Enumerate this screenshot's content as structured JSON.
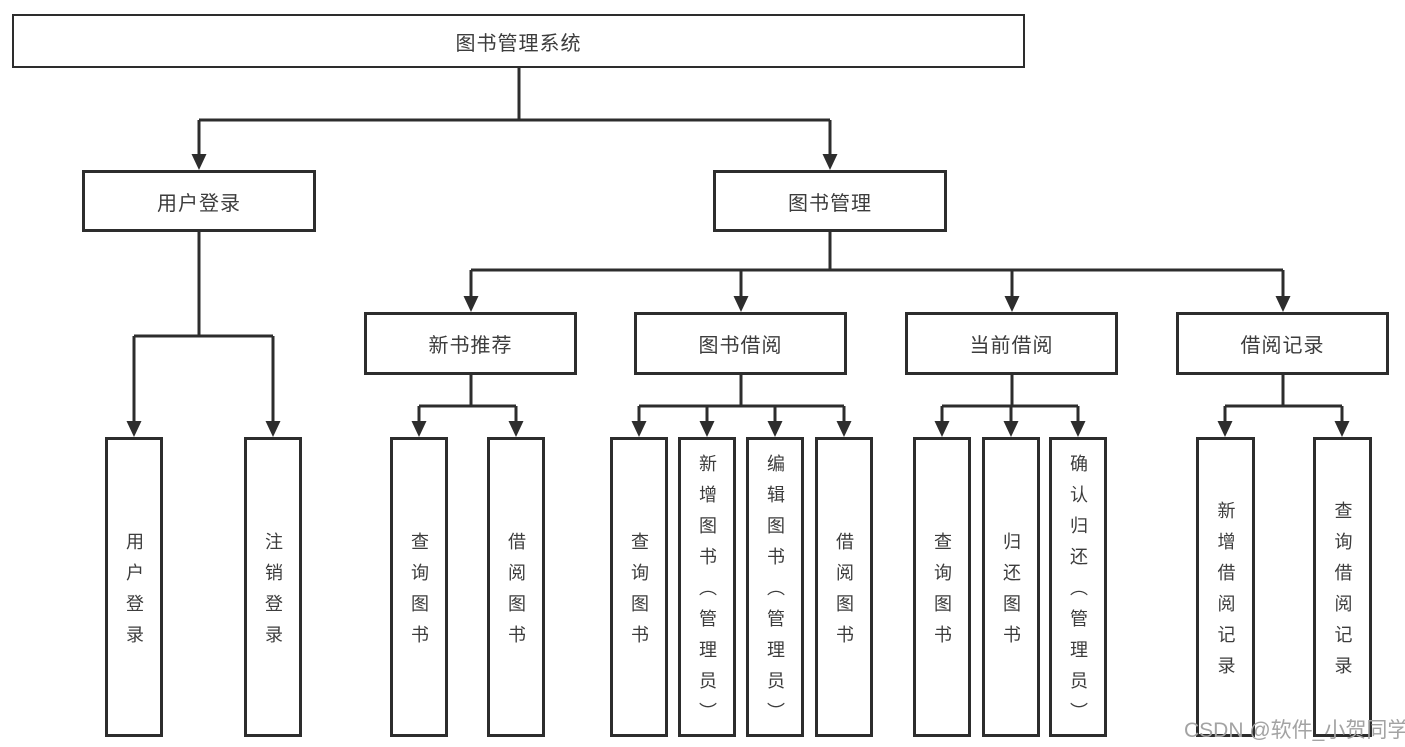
{
  "tree": {
    "root": "图书管理系统",
    "level2": [
      "用户登录",
      "图书管理"
    ],
    "level3": [
      "新书推荐",
      "图书借阅",
      "当前借阅",
      "借阅记录"
    ],
    "leaves": [
      [
        "用户登录",
        "注销登录"
      ],
      [
        "查询图书",
        "借阅图书"
      ],
      [
        "查询图书",
        "新增图书（管理员）",
        "编辑图书（管理员）",
        "借阅图书"
      ],
      [
        "查询图书",
        "归还图书",
        "确认归还（管理员）"
      ],
      [
        "新增借阅记录",
        "查询借阅记录"
      ]
    ]
  },
  "watermark": "CSDN @软件_小贺同学",
  "colors": {
    "line": "#2d2d2d",
    "box_border": "#2d2d2d",
    "text": "#3c3c3c",
    "watermark": "#a3a3a3",
    "background": "#ffffff"
  }
}
